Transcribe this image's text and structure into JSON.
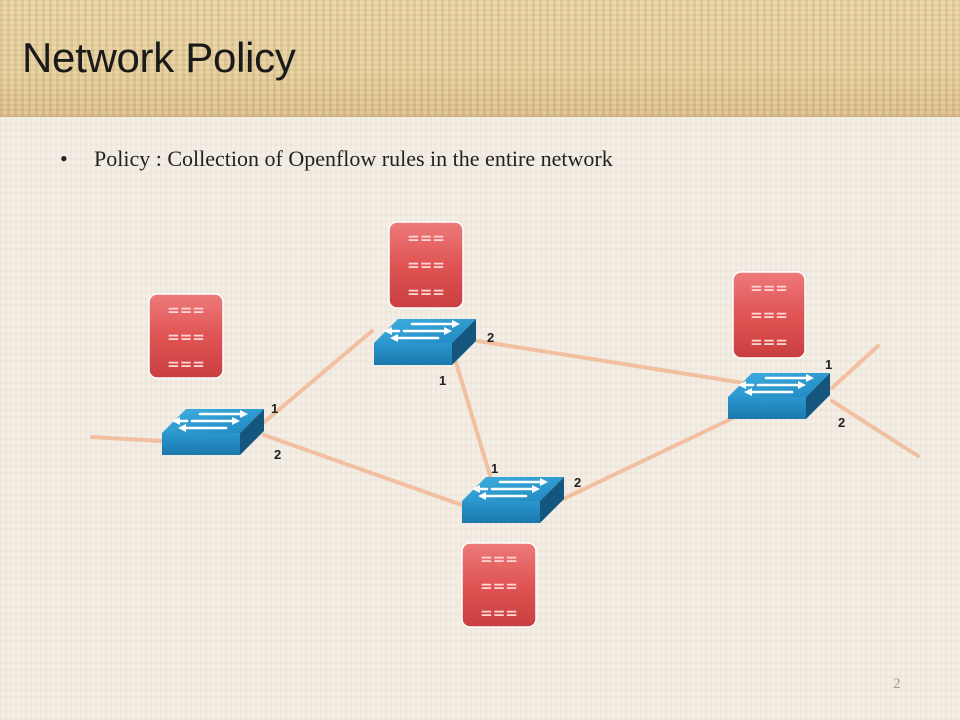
{
  "slide": {
    "title": "Network Policy",
    "bullet": "Policy : Collection of Openflow rules in the entire network",
    "page_number": "2"
  },
  "switches": [
    {
      "id": "s1",
      "ports": [
        "1",
        "2"
      ],
      "rules": [
        "===",
        "===",
        "==="
      ]
    },
    {
      "id": "s2",
      "ports": [
        "2",
        "1"
      ],
      "rules": [
        "===",
        "===",
        "==="
      ]
    },
    {
      "id": "s3",
      "ports": [
        "1",
        "2"
      ],
      "rules": [
        "===",
        "===",
        "==="
      ]
    },
    {
      "id": "s4",
      "ports": [
        "1",
        "2"
      ],
      "rules": [
        "===",
        "===",
        "==="
      ]
    }
  ],
  "colors": {
    "link": "#f2bfa0",
    "switch_top": "#2a9bd2",
    "switch_side": "#1a6d9e",
    "rule_box": "#e05656"
  },
  "icons": [
    "network-switch-icon",
    "arrow-icon"
  ]
}
